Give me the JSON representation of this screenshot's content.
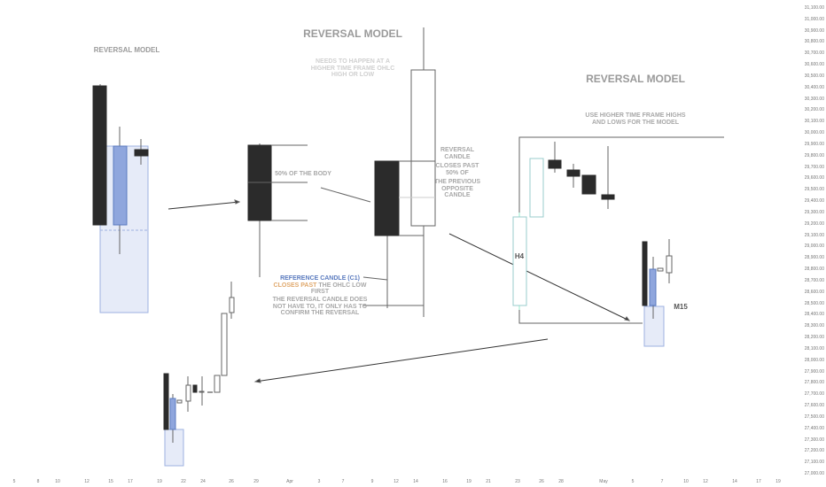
{
  "annotations": {
    "left_title": "REVERSAL MODEL",
    "center_title": "REVERSAL MODEL",
    "center_note": [
      "NEEDS TO HAPPEN AT A",
      "HIGHER TIME FRAME OHLC",
      "HIGH OR LOW"
    ],
    "fifty_pct": "50% OF THE BODY",
    "reversal_candle": [
      "REVERSAL",
      "CANDLE"
    ],
    "closes_past": [
      "CLOSES PAST",
      "50% OF"
    ],
    "previous_opposite": [
      "THE PREVIOUS",
      "OPPOSITE",
      "CANDLE"
    ],
    "reference_candle": "REFERENCE CANDLE (C1)",
    "closes_past_orange": "CLOSES PAST",
    "ohlc_low": "THE OHLC LOW",
    "first": "FIRST",
    "does_not_have": [
      "THE REVERSAL CANDLE DOES",
      "NOT HAVE TO, IT ONLY HAS TO",
      "CONFIRM THE REVERSAL"
    ],
    "right_title": "REVERSAL MODEL",
    "right_note": [
      "USE HIGHER TIME FRAME HIGHS",
      "AND LOWS FOR THE MODEL"
    ],
    "h4_label": "H4",
    "m15_label": "M15"
  },
  "price_axis": [
    "31,100.00",
    "31,000.00",
    "30,900.00",
    "30,800.00",
    "30,700.00",
    "30,600.00",
    "30,500.00",
    "30,400.00",
    "30,300.00",
    "30,200.00",
    "30,100.00",
    "30,000.00",
    "29,900.00",
    "29,800.00",
    "29,700.00",
    "29,600.00",
    "29,500.00",
    "29,400.00",
    "29,300.00",
    "29,200.00",
    "29,100.00",
    "29,000.00",
    "28,900.00",
    "28,800.00",
    "28,700.00",
    "28,600.00",
    "28,500.00",
    "28,400.00",
    "28,300.00",
    "28,200.00",
    "28,100.00",
    "28,000.00",
    "27,900.00",
    "27,800.00",
    "27,700.00",
    "27,600.00",
    "27,500.00",
    "27,400.00",
    "27,300.00",
    "27,200.00",
    "27,100.00",
    "27,000.00"
  ],
  "time_axis": [
    "5",
    "8",
    "10",
    "12",
    "15",
    "17",
    "19",
    "22",
    "24",
    "26",
    "29",
    "Apr",
    "3",
    "7",
    "9",
    "12",
    "14",
    "16",
    "19",
    "21",
    "23",
    "26",
    "28",
    "May",
    "5",
    "7",
    "10",
    "12",
    "14",
    "17",
    "19"
  ],
  "colors": {
    "bear": "#2b2b2b",
    "bull": "#ffffff",
    "blue": "#8fa6dd",
    "zone": "#e6ebf8",
    "line": "#555555"
  }
}
